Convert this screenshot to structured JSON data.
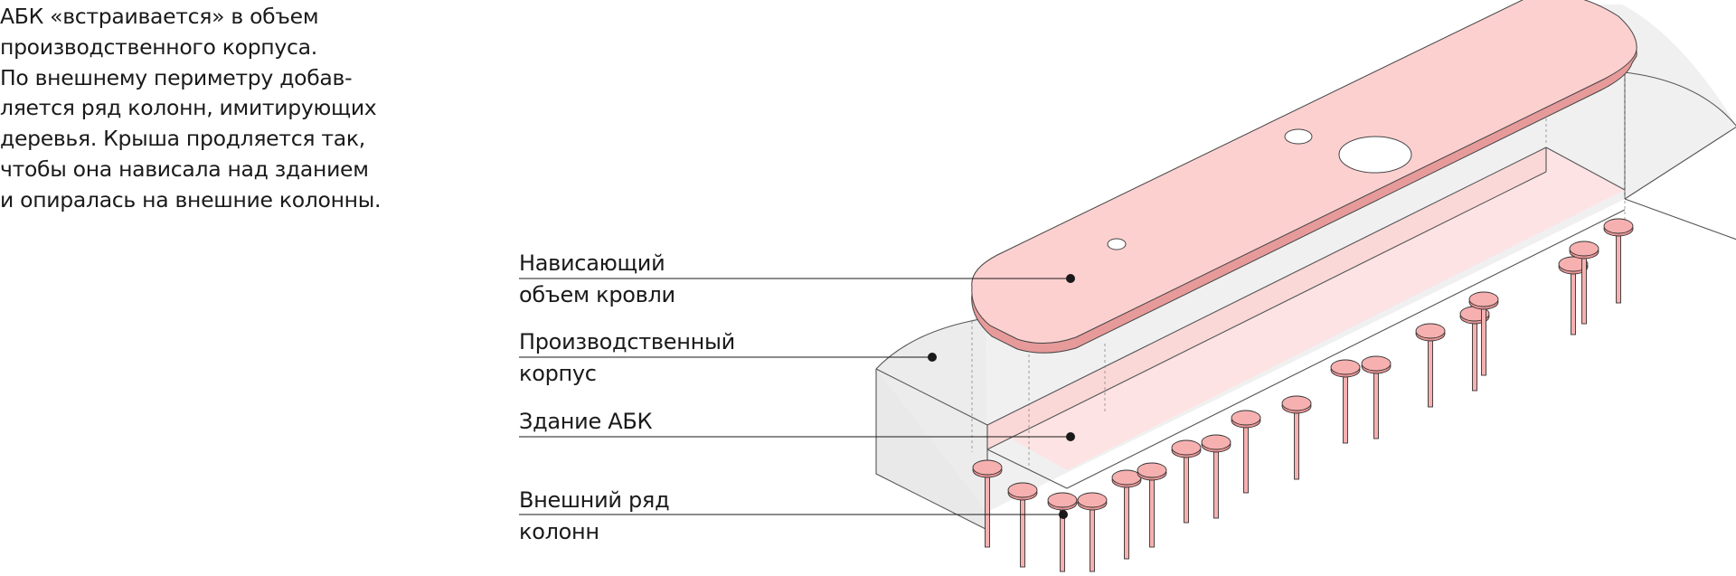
{
  "description": {
    "lines": [
      "АБК «встраивается» в объем",
      "производственного корпуса.",
      "По внешнему периметру добав-",
      "ляется ряд колонн, имитирующих",
      "деревья. Крыша продляется так,",
      "чтобы она нависала над зданием",
      "и опиралась на внешние колонны."
    ]
  },
  "callouts": [
    {
      "id": "roof",
      "line1": "Нависающий",
      "line2": "объем кровли"
    },
    {
      "id": "hall",
      "line1": "Производственный",
      "line2": "корпус"
    },
    {
      "id": "abk",
      "line1": "Здание АБК",
      "line2": ""
    },
    {
      "id": "columns",
      "line1": "Внешний ряд",
      "line2": "колонн"
    }
  ],
  "colors": {
    "roof_fill": "#fdd3d3",
    "roof_edge": "#e89b9b",
    "hall_fill": "#f2f2f2",
    "abk_fill": "#fde6e6",
    "column_fill": "#f7b0b0",
    "line": "#333333"
  }
}
